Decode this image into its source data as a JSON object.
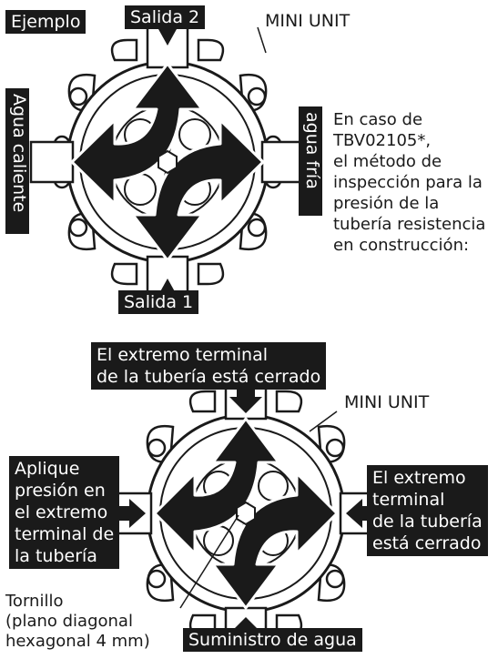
{
  "top": {
    "ejemplo": "Ejemplo",
    "salida2": "Salida 2",
    "salida1": "Salida 1",
    "agua_caliente": "Agua caliente",
    "agua_fria": "agua fría",
    "mini_unit": "MINI UNIT",
    "note": "En caso de\nTBV02105*,\nel método de\ninspección para la\npresión de la\ntubería resistencia\nen construcción:"
  },
  "bottom": {
    "top_label": "El extremo terminal\nde la tubería está cerrado",
    "mini_unit": "MINI UNIT",
    "left_label": "Aplique\npresión en\nel extremo\nterminal de\nla tubería",
    "right_label": "El extremo\nterminal\nde la tubería\nestá cerrado",
    "screw_note": "Tornillo\n(plano diagonal\nhexagonal 4 mm)",
    "bottom_label": "Suministro de agua"
  },
  "colors": {
    "ink": "#1a1a1a",
    "paper": "#ffffff"
  }
}
